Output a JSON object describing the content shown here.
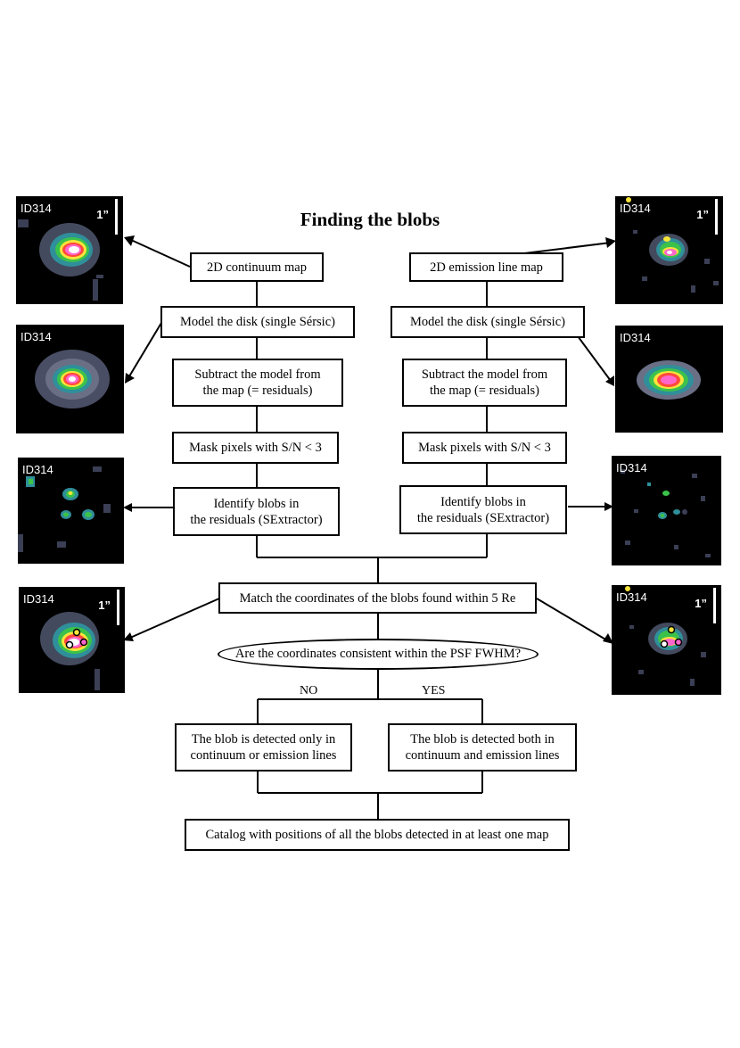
{
  "title": "Finding the blobs",
  "boxes": {
    "continuum_map": "2D continuum map",
    "emission_map": "2D emission line map",
    "model_left": "Model the disk (single Sérsic)",
    "model_right": "Model the disk (single Sérsic)",
    "subtract_left": "Subtract the model from\nthe map (= residuals)",
    "subtract_right": "Subtract the model from\nthe map (= residuals)",
    "mask_left": "Mask pixels with S/N < 3",
    "mask_right": "Mask pixels with S/N < 3",
    "identify_left": "Identify blobs in\nthe residuals (SExtractor)",
    "identify_right": "Identify blobs in\nthe residuals (SExtractor)",
    "match": "Match the coordinates of the blobs found within 5 Re",
    "question": "Are the coordinates consistent within the PSF FWHM?",
    "no_result": "The blob is detected only in\ncontinuum or emission lines",
    "yes_result": "The blob is detected both in\ncontinuum and emission lines",
    "catalog": "Catalog with positions of all the blobs detected in at least one map"
  },
  "branch_labels": {
    "no": "NO",
    "yes": "YES"
  },
  "panels": {
    "cont_map": {
      "id": "ID314",
      "scale": "1”"
    },
    "cont_model": {
      "id": "ID314"
    },
    "cont_resid": {
      "id": "ID314"
    },
    "cont_blobs": {
      "id": "ID314",
      "scale": "1”"
    },
    "emis_map": {
      "id": "ID314",
      "scale": "1”"
    },
    "emis_model": {
      "id": "ID314"
    },
    "emis_resid": {
      "id": "ID314"
    },
    "emis_blobs": {
      "id": "ID314",
      "scale": "1”"
    }
  }
}
